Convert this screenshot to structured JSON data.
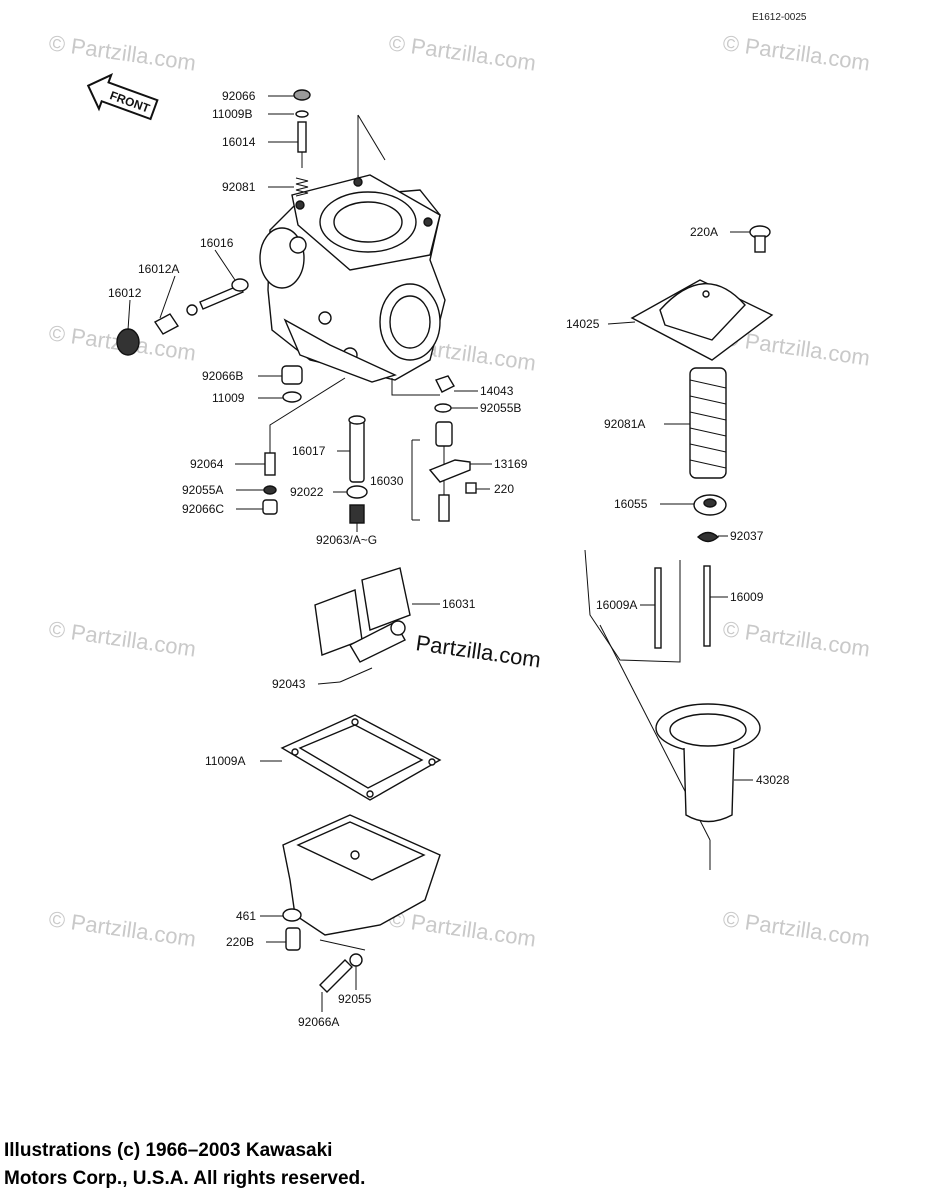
{
  "ref_code": "E1612-0025",
  "front_label": "FRONT",
  "watermark": "© Partzilla.com",
  "partzilla_label": "Partzilla.com",
  "copyright": {
    "line1": "Illustrations (c) 1966–2003 Kawasaki",
    "line2": "Motors Corp., U.S.A.  All rights reserved."
  },
  "parts": [
    "92066",
    "11009B",
    "16014",
    "92081",
    "16016",
    "16012A",
    "16012",
    "92066B",
    "11009",
    "14043",
    "92055B",
    "92064",
    "16017",
    "13169",
    "16030",
    "220",
    "92055A",
    "92022",
    "92066C",
    "92063/A~G",
    "16031",
    "92043",
    "11009A",
    "461",
    "220B",
    "92055",
    "92066A",
    "220A",
    "14025",
    "92081A",
    "16055",
    "92037",
    "16009A",
    "16009",
    "43028"
  ]
}
